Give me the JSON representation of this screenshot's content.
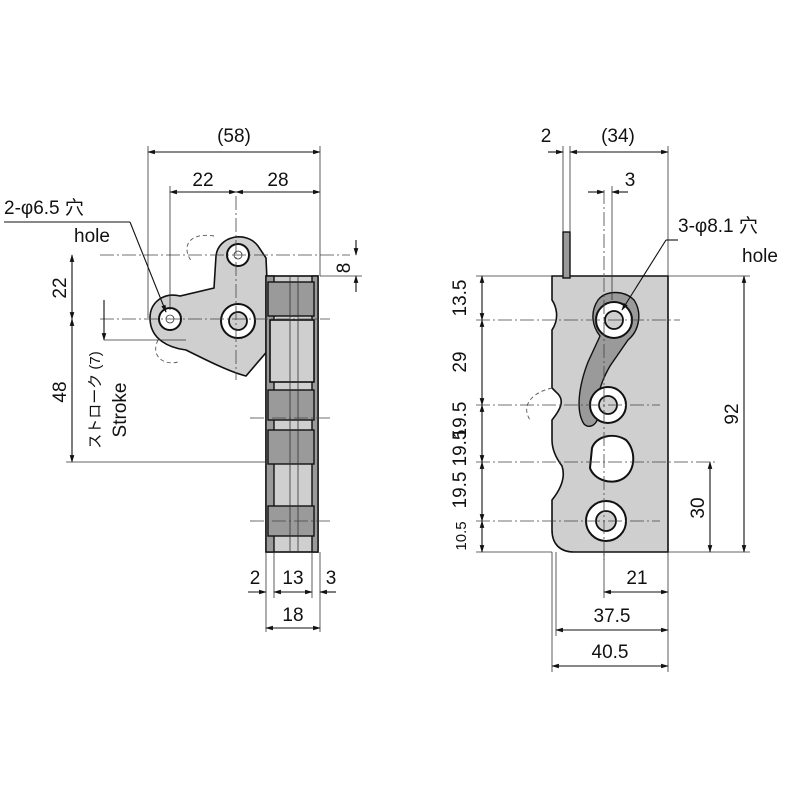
{
  "left_view": {
    "overall_width": "(58)",
    "width_22": "22",
    "width_28": "28",
    "hole_callout": "2-φ6.5 穴",
    "hole_callout_en": "hole",
    "height_8": "8",
    "height_22": "22",
    "height_48": "48",
    "stroke_jp": "ストローク (7)",
    "stroke_en": "Stroke",
    "bottom_2": "2",
    "bottom_13": "13",
    "bottom_3": "3",
    "bottom_18": "18"
  },
  "right_view": {
    "top_2": "2",
    "top_34": "(34)",
    "top_3": "3",
    "hole_callout": "3-φ8.1 穴",
    "hole_callout_en": "hole",
    "left_13_5": "13.5",
    "left_29": "29",
    "left_19_5_a": "19.5",
    "left_19_5_b": "19.5",
    "left_19_5_c": "19.5",
    "left_10_5": "10.5",
    "right_92": "92",
    "right_30": "30",
    "bottom_21": "21",
    "bottom_37_5": "37.5",
    "bottom_40_5": "40.5"
  }
}
